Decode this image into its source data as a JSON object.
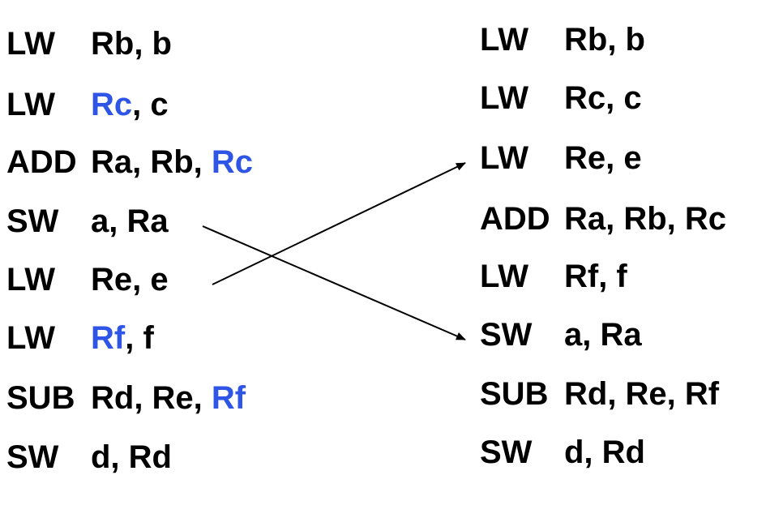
{
  "original_sequence": [
    {
      "op": "LW",
      "args": [
        {
          "text": "Rb"
        },
        {
          "text": ", b"
        }
      ]
    },
    {
      "op": "LW",
      "args": [
        {
          "text": "Rc",
          "highlight": true
        },
        {
          "text": ", c"
        }
      ]
    },
    {
      "op": "ADD",
      "args": [
        {
          "text": "Ra, Rb, "
        },
        {
          "text": "Rc",
          "highlight": true
        }
      ]
    },
    {
      "op": "SW",
      "args": [
        {
          "text": "a, Ra"
        }
      ]
    },
    {
      "op": "LW",
      "args": [
        {
          "text": "Re, e"
        }
      ]
    },
    {
      "op": "LW",
      "args": [
        {
          "text": "Rf",
          "highlight": true
        },
        {
          "text": ", f"
        }
      ]
    },
    {
      "op": "SUB",
      "args": [
        {
          "text": "Rd, Re, "
        },
        {
          "text": "Rf",
          "highlight": true
        }
      ]
    },
    {
      "op": "SW",
      "args": [
        {
          "text": "d, Rd"
        }
      ]
    }
  ],
  "reordered_sequence": [
    {
      "op": "LW",
      "args": [
        {
          "text": "Rb, b"
        }
      ]
    },
    {
      "op": "LW",
      "args": [
        {
          "text": "Rc, c"
        }
      ]
    },
    {
      "op": "LW",
      "args": [
        {
          "text": "Re, e"
        }
      ]
    },
    {
      "op": "ADD",
      "args": [
        {
          "text": "Ra, Rb, Rc"
        }
      ]
    },
    {
      "op": "LW",
      "args": [
        {
          "text": "Rf, f"
        }
      ]
    },
    {
      "op": "SW",
      "args": [
        {
          "text": "a, Ra"
        }
      ]
    },
    {
      "op": "SUB",
      "args": [
        {
          "text": "Rd, Re, Rf"
        }
      ]
    },
    {
      "op": "SW",
      "args": [
        {
          "text": "d, Rd"
        }
      ]
    }
  ],
  "moves": [
    {
      "from_index": 4,
      "to_index": 2
    },
    {
      "from_index": 3,
      "to_index": 5
    }
  ],
  "colors": {
    "text": "#000000",
    "highlight": "#2f55e6",
    "arrow": "#000000"
  }
}
